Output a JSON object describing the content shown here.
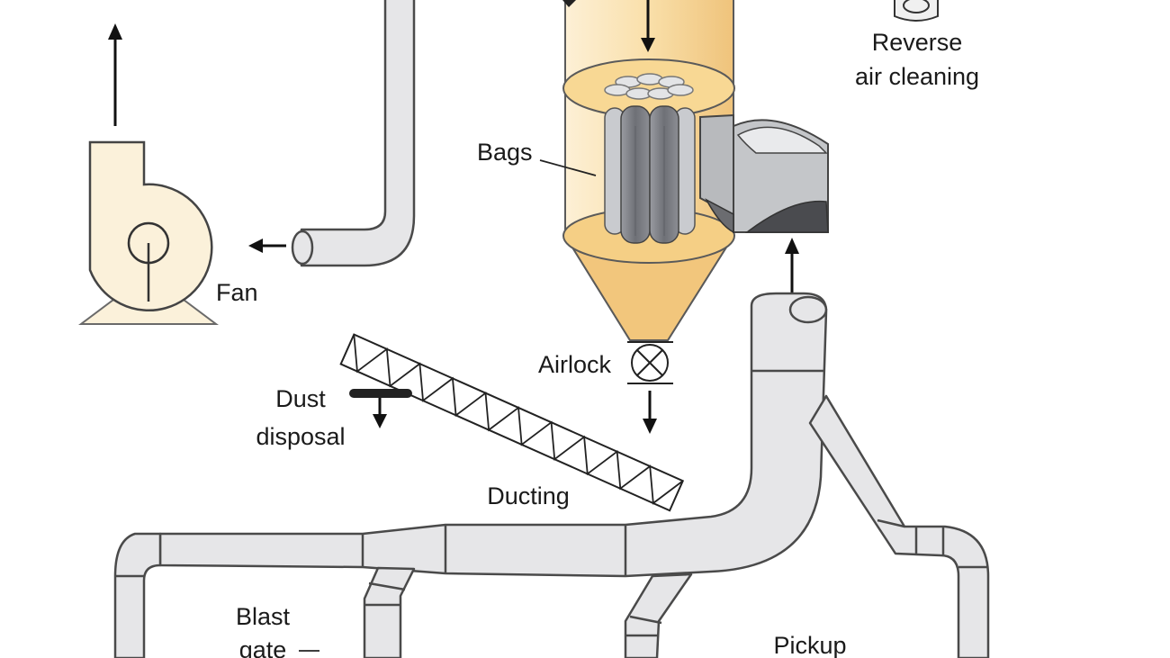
{
  "labels": {
    "reverse_air_line1": "Reverse",
    "reverse_air_line2": "air cleaning",
    "bags": "Bags",
    "fan": "Fan",
    "airlock": "Airlock",
    "dust_disposal_line1": "Dust",
    "dust_disposal_line2": "disposal",
    "ducting": "Ducting",
    "blast_gate_line1": "Blast",
    "blast_gate_line2": "gate",
    "pickup": "Pickup"
  },
  "colors": {
    "housing": "#f6d79a",
    "housing_light": "#fbe9c4",
    "fan_body": "#fbf1da",
    "duct": "#e6e6e8",
    "bag_dark": "#7e8086",
    "bag_light": "#c8cace",
    "outline": "#4a4a4a"
  }
}
